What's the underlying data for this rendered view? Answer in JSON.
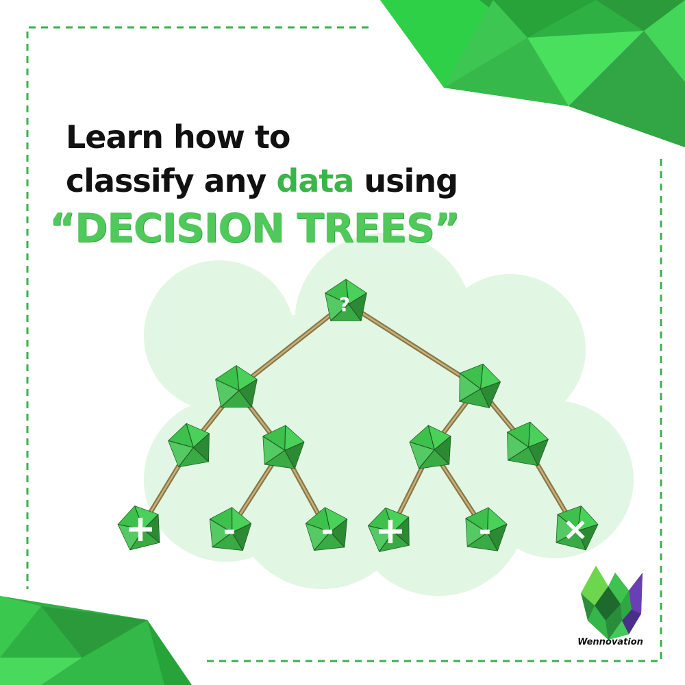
{
  "headline": {
    "line1": "Learn how to",
    "line2_before": "classify any ",
    "line2_accent": "data",
    "line2_after": " using",
    "title": "“DECISION TREES”"
  },
  "tree": {
    "root_symbol": "?",
    "leaves": [
      "+",
      "-",
      "-",
      "+",
      "-",
      "×"
    ]
  },
  "brand": {
    "name": "Wennovation"
  },
  "colors": {
    "accent": "#3bb54a",
    "title_green": "#4ec95a",
    "cloud": "#dcf5df",
    "branch": "#9e8a5c",
    "dash": "#37b24d"
  }
}
